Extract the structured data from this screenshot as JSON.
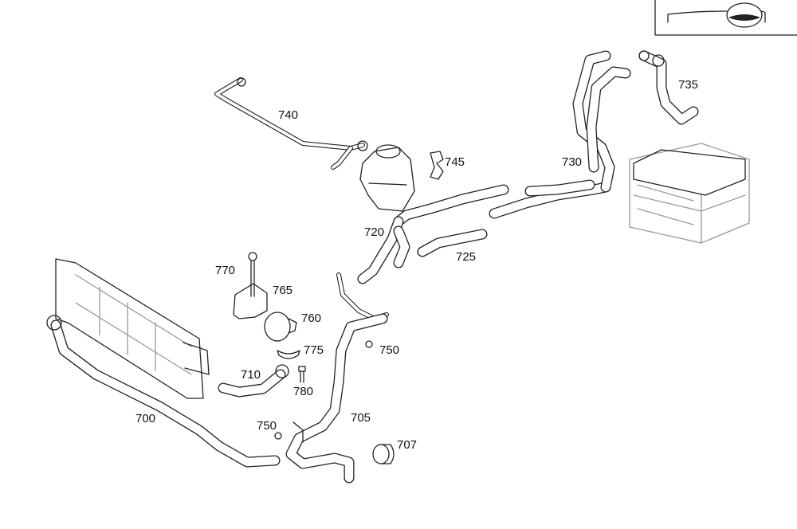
{
  "diagram": {
    "orientation_icon": "vehicle-top-view-icon",
    "callouts": [
      {
        "id": "740",
        "label": "740"
      },
      {
        "id": "745",
        "label": "745"
      },
      {
        "id": "730",
        "label": "730"
      },
      {
        "id": "735",
        "label": "735"
      },
      {
        "id": "720",
        "label": "720"
      },
      {
        "id": "725",
        "label": "725"
      },
      {
        "id": "770",
        "label": "770"
      },
      {
        "id": "765",
        "label": "765"
      },
      {
        "id": "760",
        "label": "760"
      },
      {
        "id": "775",
        "label": "775"
      },
      {
        "id": "750a",
        "label": "750"
      },
      {
        "id": "710",
        "label": "710"
      },
      {
        "id": "780",
        "label": "780"
      },
      {
        "id": "700",
        "label": "700"
      },
      {
        "id": "750b",
        "label": "750"
      },
      {
        "id": "705",
        "label": "705"
      },
      {
        "id": "707",
        "label": "707"
      }
    ]
  }
}
